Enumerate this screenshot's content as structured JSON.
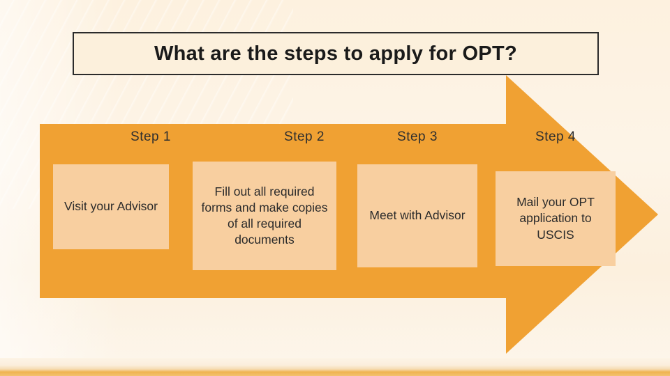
{
  "slide": {
    "title": "What are the steps to apply for OPT?",
    "background_color": "#fdf3e3",
    "arrow_color": "#f0a133",
    "card_color": "#f8cfa0",
    "steps": [
      {
        "label": "Step 1",
        "text": "Visit your Advisor"
      },
      {
        "label": "Step 2",
        "text": "Fill out all required forms and make copies of all required documents"
      },
      {
        "label": "Step 3",
        "text": "Meet with Advisor"
      },
      {
        "label": "Step 4",
        "text": "Mail your OPT application to USCIS"
      }
    ]
  }
}
